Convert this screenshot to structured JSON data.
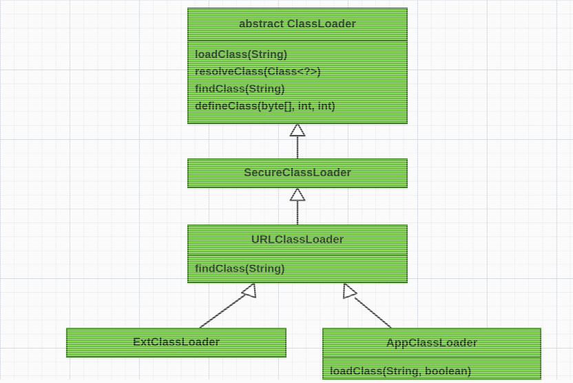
{
  "diagram": {
    "kind": "uml-class-diagram",
    "subject": "Java ClassLoader hierarchy",
    "colors": {
      "box_fill": "#6cbe3d",
      "box_border": "#3c7a20",
      "text": "#16300a",
      "connector": "#4a4a4a",
      "arrowhead_fill": "#ffffff",
      "background": "#fafafa",
      "grid_line": "#bcc6d2"
    },
    "classes": [
      {
        "id": "classloader",
        "title": "abstract ClassLoader",
        "members": [
          "loadClass(String)",
          "resolveClass(Class<?>)",
          "findClass(String)",
          "defineClass(byte[], int, int)"
        ]
      },
      {
        "id": "secureclassloader",
        "title": "SecureClassLoader",
        "members": []
      },
      {
        "id": "urlclassloader",
        "title": "URLClassLoader",
        "members": [
          "findClass(String)"
        ]
      },
      {
        "id": "extclassloader",
        "title": "ExtClassLoader",
        "members": []
      },
      {
        "id": "appclassloader",
        "title": "AppClassLoader",
        "members": [
          "loadClass(String, boolean)"
        ]
      }
    ],
    "relationships": [
      {
        "type": "generalization",
        "from": "secureclassloader",
        "to": "classloader"
      },
      {
        "type": "generalization",
        "from": "urlclassloader",
        "to": "secureclassloader"
      },
      {
        "type": "generalization",
        "from": "extclassloader",
        "to": "urlclassloader"
      },
      {
        "type": "generalization",
        "from": "appclassloader",
        "to": "urlclassloader"
      }
    ]
  }
}
